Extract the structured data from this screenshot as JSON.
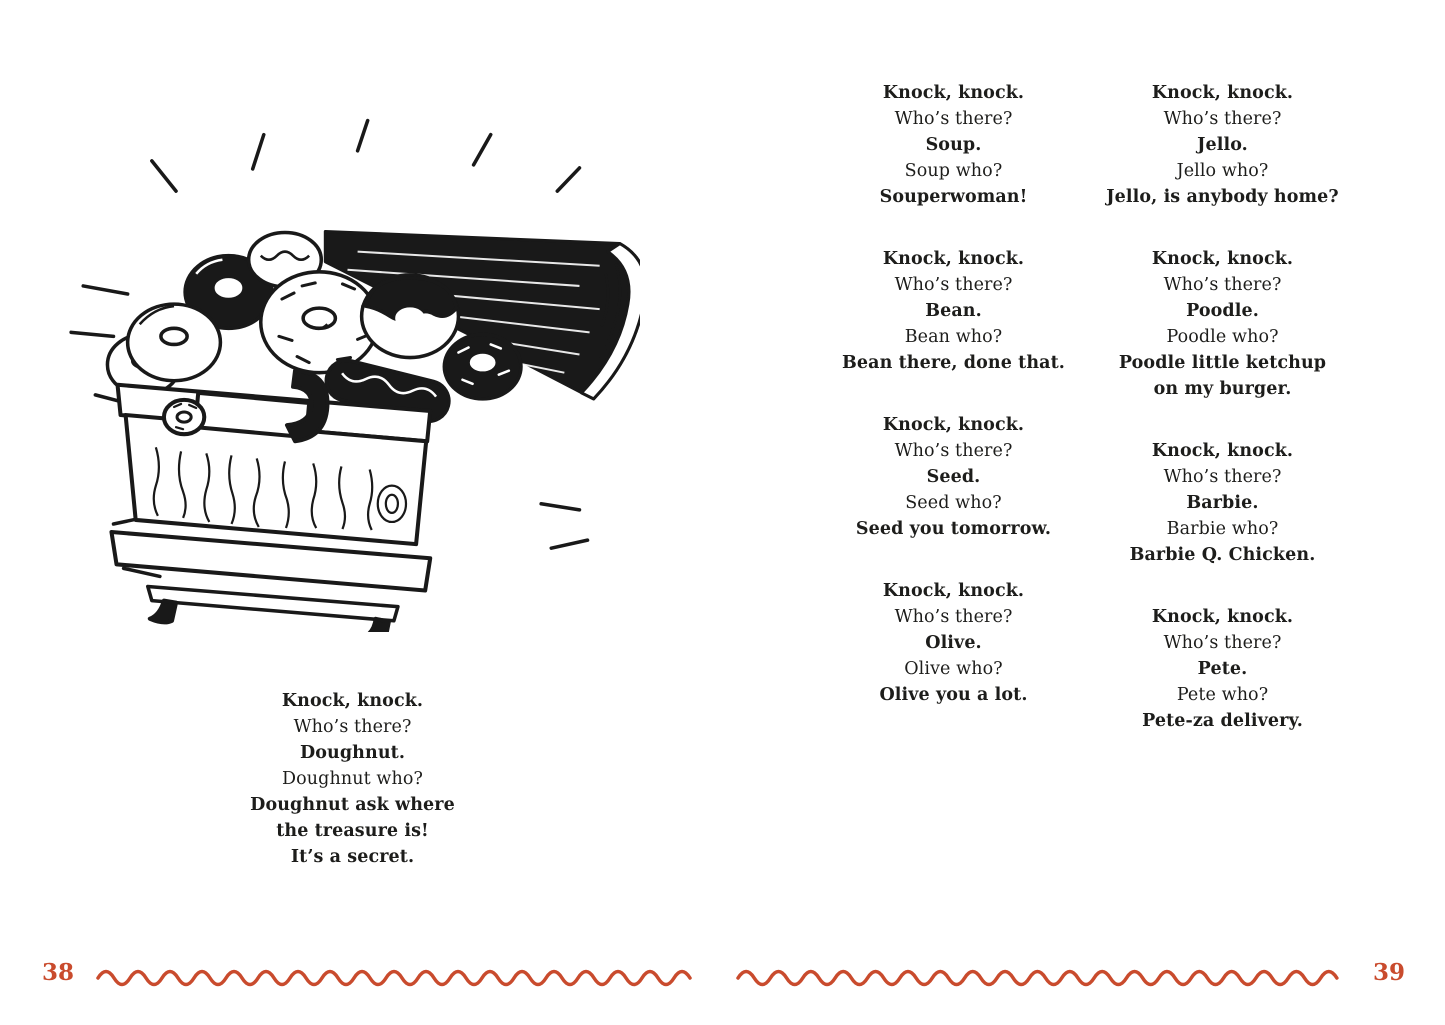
{
  "accent_color": "#c94b2d",
  "text_color": "#1d1d1b",
  "left_page": {
    "illustration": "treasure-chest-overflowing-with-doughnuts",
    "joke": {
      "lines": [
        {
          "text": "Knock, knock.",
          "bold": true
        },
        {
          "text": "Who’s there?",
          "bold": false
        },
        {
          "text": "Doughnut.",
          "bold": true
        },
        {
          "text": "Doughnut who?",
          "bold": false
        },
        {
          "text": "Doughnut ask where",
          "bold": true
        },
        {
          "text": "the treasure is!",
          "bold": true
        },
        {
          "text": "It’s a secret.",
          "bold": true
        }
      ]
    }
  },
  "right_page": {
    "columns": [
      {
        "jokes": [
          {
            "lines": [
              {
                "text": "Knock, knock.",
                "bold": true
              },
              {
                "text": "Who’s there?",
                "bold": false
              },
              {
                "text": "Soup.",
                "bold": true
              },
              {
                "text": "Soup who?",
                "bold": false
              },
              {
                "text": "Souperwoman!",
                "bold": true
              }
            ]
          },
          {
            "lines": [
              {
                "text": "Knock, knock.",
                "bold": true
              },
              {
                "text": "Who’s there?",
                "bold": false
              },
              {
                "text": "Bean.",
                "bold": true
              },
              {
                "text": "Bean who?",
                "bold": false
              },
              {
                "text": "Bean there, done that.",
                "bold": true
              }
            ]
          },
          {
            "lines": [
              {
                "text": "Knock, knock.",
                "bold": true
              },
              {
                "text": "Who’s there?",
                "bold": false
              },
              {
                "text": "Seed.",
                "bold": true
              },
              {
                "text": "Seed who?",
                "bold": false
              },
              {
                "text": "Seed you tomorrow.",
                "bold": true
              }
            ]
          },
          {
            "lines": [
              {
                "text": "Knock, knock.",
                "bold": true
              },
              {
                "text": "Who’s there?",
                "bold": false
              },
              {
                "text": "Olive.",
                "bold": true
              },
              {
                "text": "Olive who?",
                "bold": false
              },
              {
                "text": "Olive you a lot.",
                "bold": true
              }
            ]
          }
        ]
      },
      {
        "jokes": [
          {
            "lines": [
              {
                "text": "Knock, knock.",
                "bold": true
              },
              {
                "text": "Who’s there?",
                "bold": false
              },
              {
                "text": "Jello.",
                "bold": true
              },
              {
                "text": "Jello who?",
                "bold": false
              },
              {
                "text": "Jello, is anybody home?",
                "bold": true
              }
            ]
          },
          {
            "lines": [
              {
                "text": "Knock, knock.",
                "bold": true
              },
              {
                "text": "Who’s there?",
                "bold": false
              },
              {
                "text": "Poodle.",
                "bold": true
              },
              {
                "text": "Poodle who?",
                "bold": false
              },
              {
                "text": "Poodle little ketchup",
                "bold": true
              },
              {
                "text": "on my burger.",
                "bold": true
              }
            ]
          },
          {
            "lines": [
              {
                "text": "Knock, knock.",
                "bold": true
              },
              {
                "text": "Who’s there?",
                "bold": false
              },
              {
                "text": "Barbie.",
                "bold": true
              },
              {
                "text": "Barbie who?",
                "bold": false
              },
              {
                "text": "Barbie Q. Chicken.",
                "bold": true
              }
            ]
          },
          {
            "lines": [
              {
                "text": "Knock, knock.",
                "bold": true
              },
              {
                "text": "Who’s there?",
                "bold": false
              },
              {
                "text": "Pete.",
                "bold": true
              },
              {
                "text": "Pete who?",
                "bold": false
              },
              {
                "text": "Pete-za delivery.",
                "bold": true
              }
            ]
          }
        ]
      }
    ]
  },
  "footer": {
    "left_page_number": "38",
    "right_page_number": "39"
  }
}
